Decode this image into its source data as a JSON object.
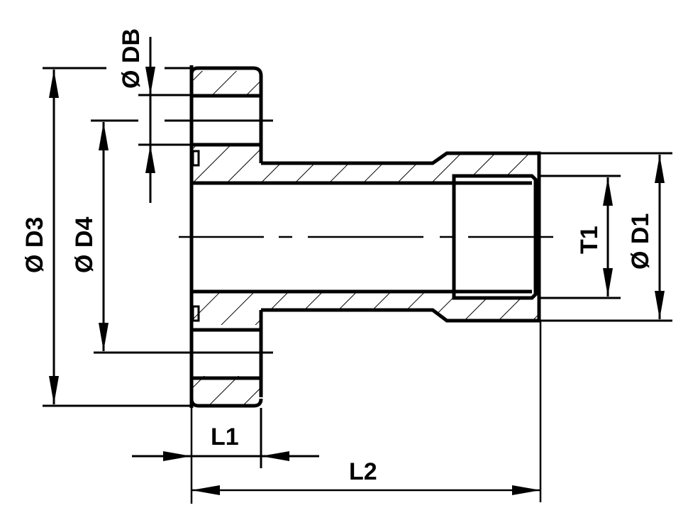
{
  "drawing": {
    "title": "Flanged socket fitting - section view",
    "background": "#ffffff",
    "line_color": "#000000"
  },
  "dimensions": {
    "db": {
      "symbol": "Ø",
      "label": "DB",
      "text": "Ø DB"
    },
    "d3": {
      "symbol": "Ø",
      "label": "D3",
      "text": "Ø D3"
    },
    "d4": {
      "symbol": "Ø",
      "label": "D4",
      "text": "Ø D4"
    },
    "t1": {
      "label": "T1",
      "text": "T1"
    },
    "d1": {
      "symbol": "Ø",
      "label": "D1",
      "text": "Ø D1"
    },
    "l1": {
      "label": "L1",
      "text": "L1"
    },
    "l2": {
      "label": "L2",
      "text": "L2"
    }
  }
}
